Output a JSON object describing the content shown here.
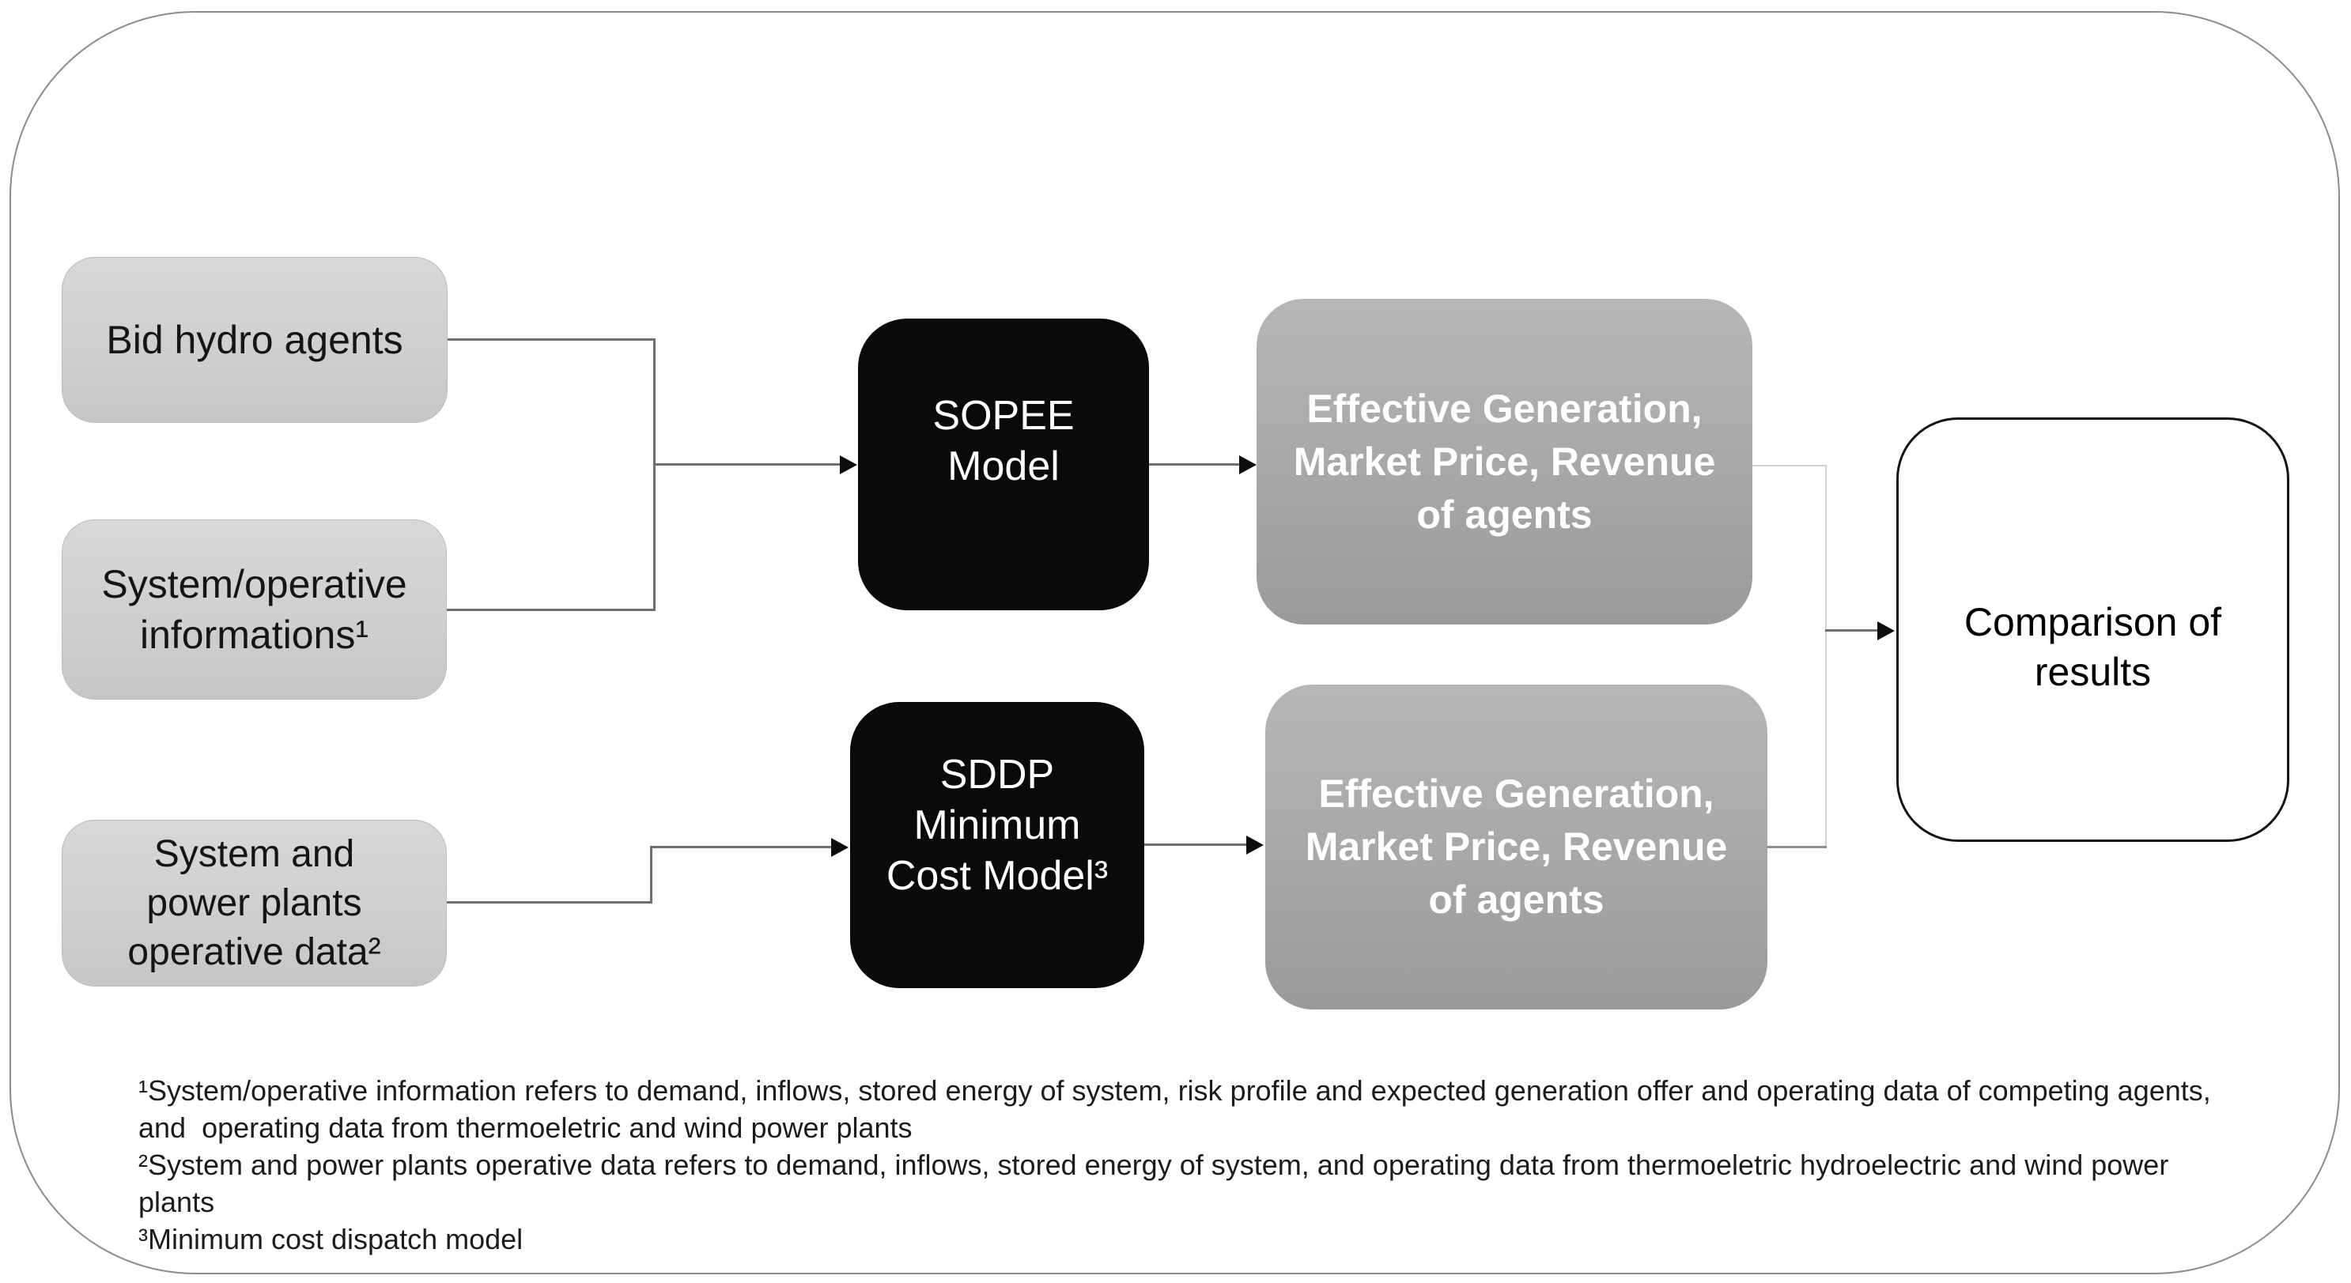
{
  "diagram": {
    "nodes": {
      "bid_hydro": {
        "label": "Bid hydro agents"
      },
      "system_operative": {
        "label": "System/operative\ninformations¹"
      },
      "system_power_plants": {
        "label": "System and\npower plants\noperative data²"
      },
      "sopee_model": {
        "label": "SOPEE\nModel"
      },
      "sddp_model": {
        "label": "SDDP\nMinimum\nCost Model³"
      },
      "results_sopee": {
        "label": "Effective Generation,\nMarket Price, Revenue\nof agents"
      },
      "results_sddp": {
        "label": "Effective Generation,\nMarket Price, Revenue\nof agents"
      },
      "comparison": {
        "label": "Comparison of\nresults"
      }
    },
    "footnotes": [
      "¹System/operative information refers to demand, inflows, stored energy of system, risk profile and expected generation offer and operating data of competing agents,\nand  operating data from thermoeletric and wind power plants",
      "²System and power plants operative data refers to demand, inflows, stored energy of system, and operating data from thermoeletric hydroelectric and wind power\nplants",
      "³Minimum cost dispatch model"
    ],
    "colors": {
      "input_box_fill": "#cfcfcf",
      "model_box_fill": "#0a0a0a",
      "result_box_fill": "#a7a7a7",
      "comparison_box_border": "#141414",
      "connector_dark": "#707070",
      "connector_light": "#d2d2d2",
      "outer_border": "#8c8c8c"
    }
  }
}
